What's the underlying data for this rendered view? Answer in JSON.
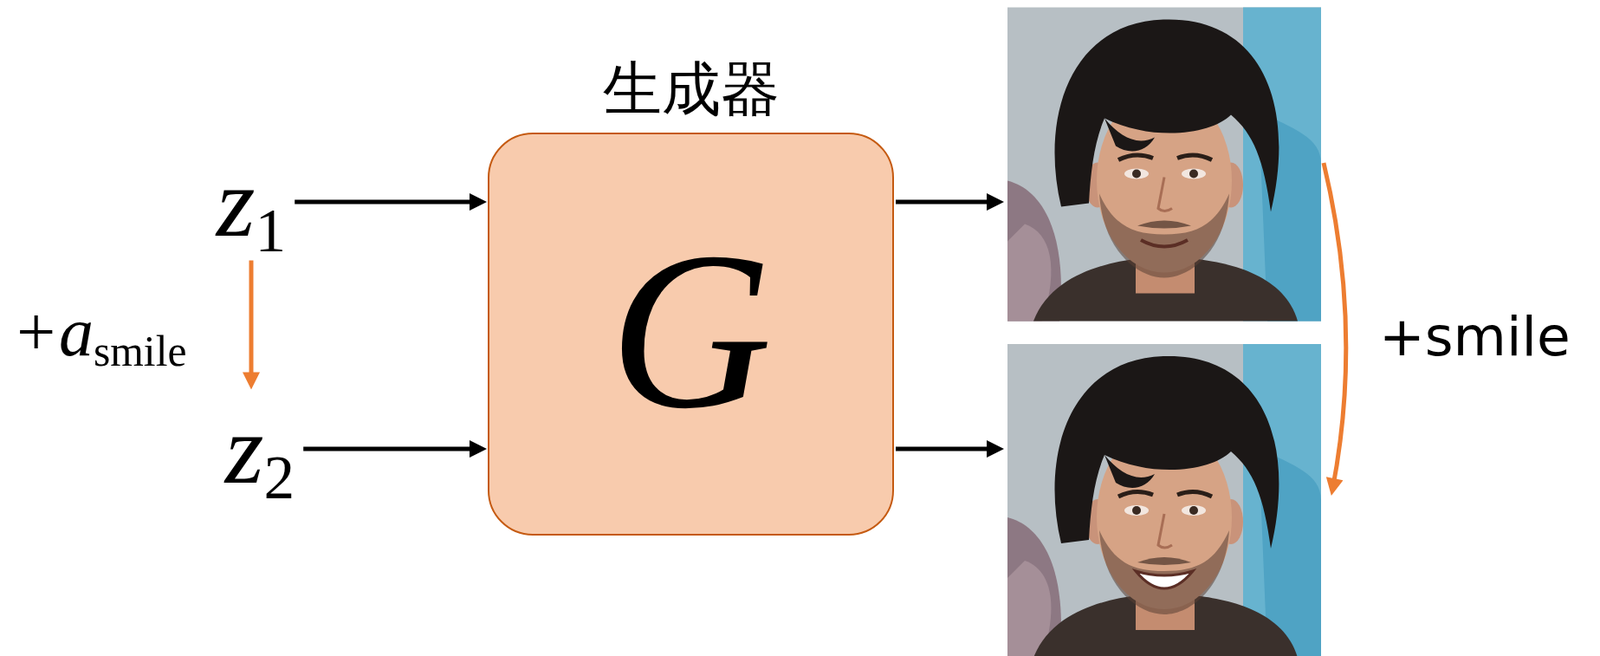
{
  "diagram": {
    "nodes": [
      {
        "text": [
          "z1"
        ]
      },
      {
        "text": [
          "生成器",
          "G"
        ]
      },
      {
        "text": [
          "z2"
        ]
      }
    ],
    "edges": [
      {
        "from": 0,
        "to": 1,
        "arrow": "to"
      },
      {
        "from": 2,
        "to": 1,
        "arrow": "to"
      },
      {
        "from": 0,
        "to": 2,
        "arrow": "to",
        "label": "+asmile"
      }
    ],
    "labels": [
      "+smile"
    ]
  }
}
